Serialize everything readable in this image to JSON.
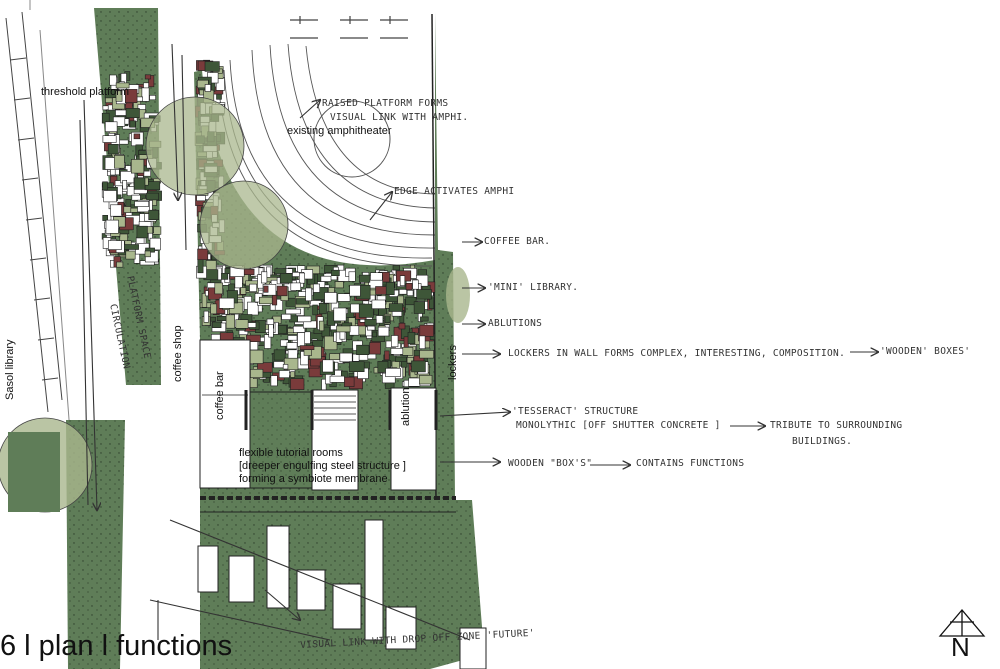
{
  "caption": "6 l plan l functions",
  "north_label": "N",
  "labels": {
    "threshold": "threshold platform",
    "amphitheater": "existing amphitheater",
    "sasol": "Sasol library",
    "coffee_shop": "coffee shop",
    "coffee_bar": "coffee bar",
    "ablution": "ablution",
    "lockers": "lockers",
    "flexible_line1": "flexible tutorial rooms",
    "flexible_line2": "[dreeper engulfing steel structure ]",
    "flexible_line3": "forming a symbiote membrane"
  },
  "handwriting": {
    "raised_platform_1": "RAISED PLATFORM FORMS",
    "raised_platform_2": "VISUAL LINK WITH AMPHI.",
    "edge_activates": "EDGE ACTIVATES AMPHI",
    "coffee_bar": "COFFEE BAR.",
    "mini_library": "'MINI' LIBRARY.",
    "ablutions": "ABLUTIONS",
    "lockers_wall": "LOCKERS IN WALL FORMS COMPLEX, INTERESTING, COMPOSITION.",
    "wooden_boxes_quote": "'WOODEN' BOXES'",
    "tesseract_1": "'TESSERACT' STRUCTURE",
    "tesseract_2": "MONOLYTHIC [OFF SHUTTER CONCRETE ]",
    "tribute_1": "TRIBUTE TO SURROUNDING",
    "tribute_2": "BUILDINGS.",
    "wooden_box": "WOODEN \"BOX'S\"",
    "contains": "CONTAINS FUNCTIONS",
    "platform_space": "PLATFORM SPACE",
    "circulation": "CIRCULATION",
    "visual_link": "VISUAL LINK WITH DROP OFF ZONE 'FUTURE'"
  },
  "colors": {
    "green": "#5f7d58",
    "green_light": "#a9b78d",
    "ink": "#222222"
  }
}
